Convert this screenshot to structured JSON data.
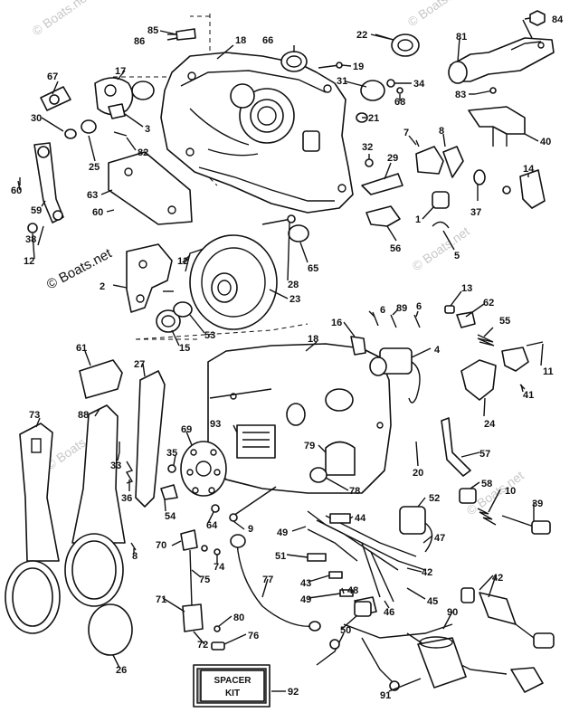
{
  "watermarks": {
    "main": "© Boats.net",
    "faint": "© Boats.net"
  },
  "spacer_kit": {
    "line1": "SPACER",
    "line2": "KIT"
  },
  "callouts": [
    "85",
    "86",
    "18",
    "66",
    "22",
    "84",
    "81",
    "17",
    "67",
    "19",
    "31",
    "34",
    "68",
    "83",
    "30",
    "3",
    "21",
    "82",
    "25",
    "7",
    "8",
    "40",
    "32",
    "29",
    "60",
    "63",
    "14",
    "59",
    "1",
    "37",
    "60",
    "56",
    "5",
    "12",
    "38",
    "65",
    "2",
    "12",
    "28",
    "13",
    "6",
    "89",
    "6",
    "62",
    "23",
    "16",
    "53",
    "15",
    "18",
    "4",
    "55",
    "61",
    "27",
    "11",
    "41",
    "24",
    "73",
    "88",
    "69",
    "93",
    "79",
    "33",
    "35",
    "20",
    "57",
    "36",
    "58",
    "78",
    "52",
    "10",
    "39",
    "54",
    "64",
    "9",
    "44",
    "49",
    "47",
    "70",
    "74",
    "51",
    "75",
    "8",
    "42",
    "43",
    "48",
    "71",
    "49",
    "77",
    "45",
    "80",
    "46",
    "76",
    "50",
    "72",
    "90",
    "91",
    "42",
    "26",
    "92"
  ]
}
